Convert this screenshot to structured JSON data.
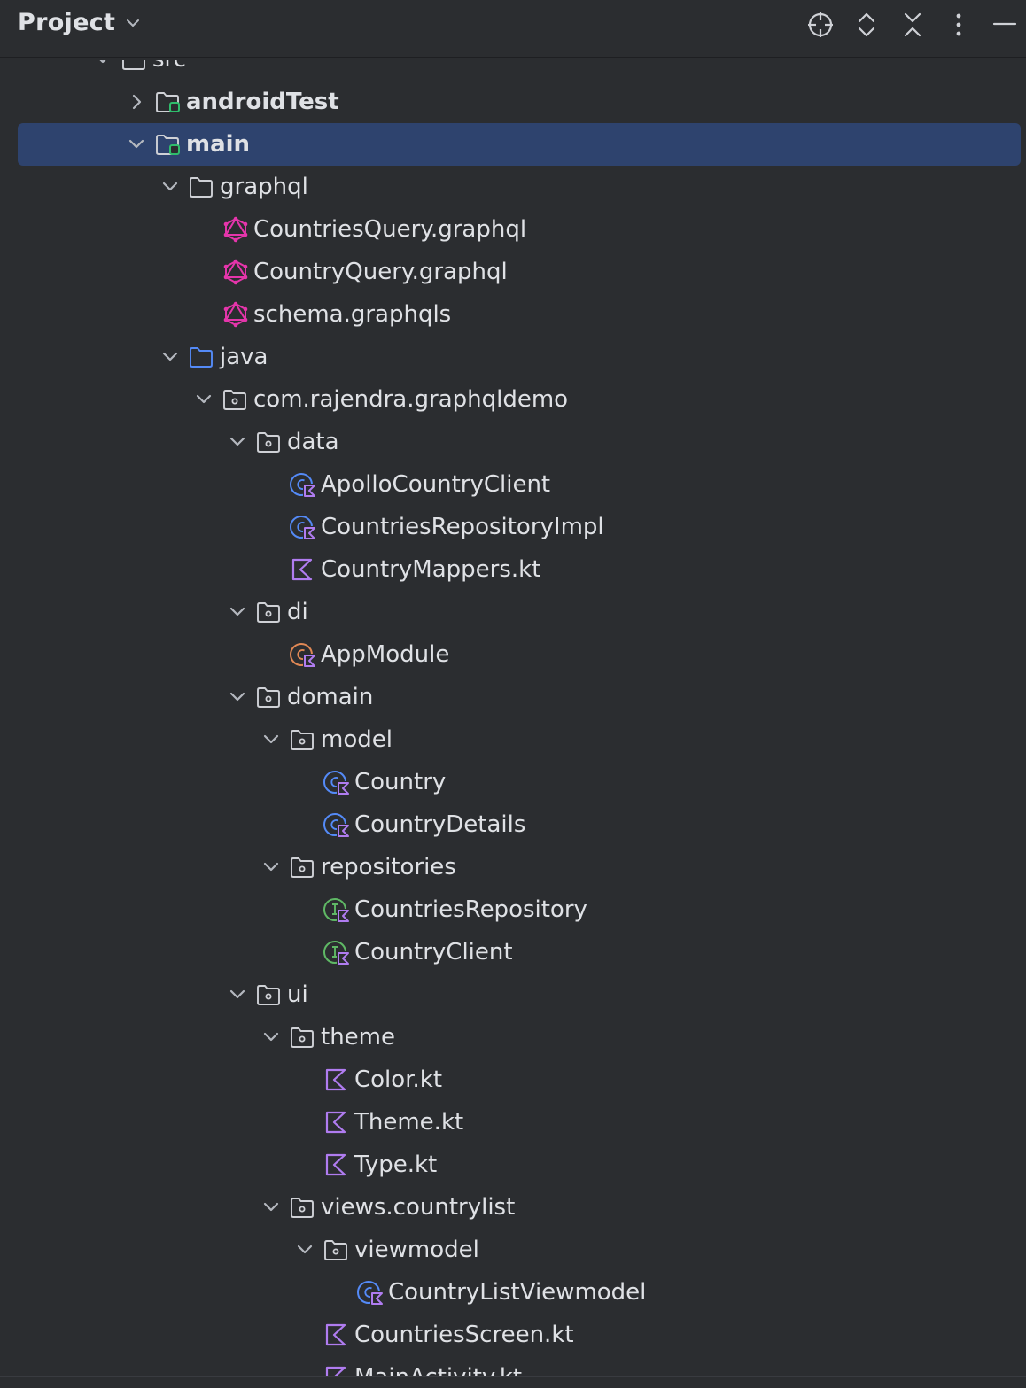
{
  "header": {
    "title": "Project"
  },
  "tree": [
    {
      "label": "src",
      "kind": "folder",
      "depth": 0,
      "expanded": true
    },
    {
      "label": "androidTest",
      "kind": "source-root",
      "depth": 1,
      "expanded": false
    },
    {
      "label": "main",
      "kind": "source-root",
      "depth": 1,
      "expanded": true,
      "selected": true
    },
    {
      "label": "graphql",
      "kind": "folder",
      "depth": 2,
      "expanded": true
    },
    {
      "label": "CountriesQuery.graphql",
      "kind": "graphql-file",
      "depth": 3
    },
    {
      "label": "CountryQuery.graphql",
      "kind": "graphql-file",
      "depth": 3
    },
    {
      "label": "schema.graphqls",
      "kind": "graphql-file",
      "depth": 3
    },
    {
      "label": "java",
      "kind": "source-folder",
      "depth": 2,
      "expanded": true
    },
    {
      "label": "com.rajendra.graphqldemo",
      "kind": "package",
      "depth": 3,
      "expanded": true
    },
    {
      "label": "data",
      "kind": "package",
      "depth": 4,
      "expanded": true
    },
    {
      "label": "ApolloCountryClient",
      "kind": "kotlin-class",
      "depth": 5
    },
    {
      "label": "CountriesRepositoryImpl",
      "kind": "kotlin-class",
      "depth": 5
    },
    {
      "label": "CountryMappers.kt",
      "kind": "kotlin-file",
      "depth": 5
    },
    {
      "label": "di",
      "kind": "package",
      "depth": 4,
      "expanded": true
    },
    {
      "label": "AppModule",
      "kind": "kotlin-object",
      "depth": 5
    },
    {
      "label": "domain",
      "kind": "package",
      "depth": 4,
      "expanded": true
    },
    {
      "label": "model",
      "kind": "package",
      "depth": 5,
      "expanded": true
    },
    {
      "label": "Country",
      "kind": "kotlin-class",
      "depth": 6
    },
    {
      "label": "CountryDetails",
      "kind": "kotlin-class",
      "depth": 6
    },
    {
      "label": "repositories",
      "kind": "package",
      "depth": 5,
      "expanded": true
    },
    {
      "label": "CountriesRepository",
      "kind": "kotlin-interface",
      "depth": 6
    },
    {
      "label": "CountryClient",
      "kind": "kotlin-interface",
      "depth": 6
    },
    {
      "label": "ui",
      "kind": "package",
      "depth": 4,
      "expanded": true
    },
    {
      "label": "theme",
      "kind": "package",
      "depth": 5,
      "expanded": true
    },
    {
      "label": "Color.kt",
      "kind": "kotlin-file",
      "depth": 6
    },
    {
      "label": "Theme.kt",
      "kind": "kotlin-file",
      "depth": 6
    },
    {
      "label": "Type.kt",
      "kind": "kotlin-file",
      "depth": 6
    },
    {
      "label": "views.countrylist",
      "kind": "package",
      "depth": 5,
      "expanded": true
    },
    {
      "label": "viewmodel",
      "kind": "package",
      "depth": 6,
      "expanded": true
    },
    {
      "label": "CountryListViewmodel",
      "kind": "kotlin-class",
      "depth": 7
    },
    {
      "label": "CountriesScreen.kt",
      "kind": "kotlin-file",
      "depth": 6
    },
    {
      "label": "MainActivity.kt",
      "kind": "kotlin-file",
      "depth": 6
    }
  ],
  "colors": {
    "background": "#2b2d30",
    "selection": "#2e436e",
    "text": "#dfe1e5",
    "kotlin": "#b07cf0",
    "class": "#548af7",
    "object": "#e08855",
    "interface": "#5fb865",
    "graphql": "#e535ab",
    "source_root_badge": "#2fbd6c"
  }
}
